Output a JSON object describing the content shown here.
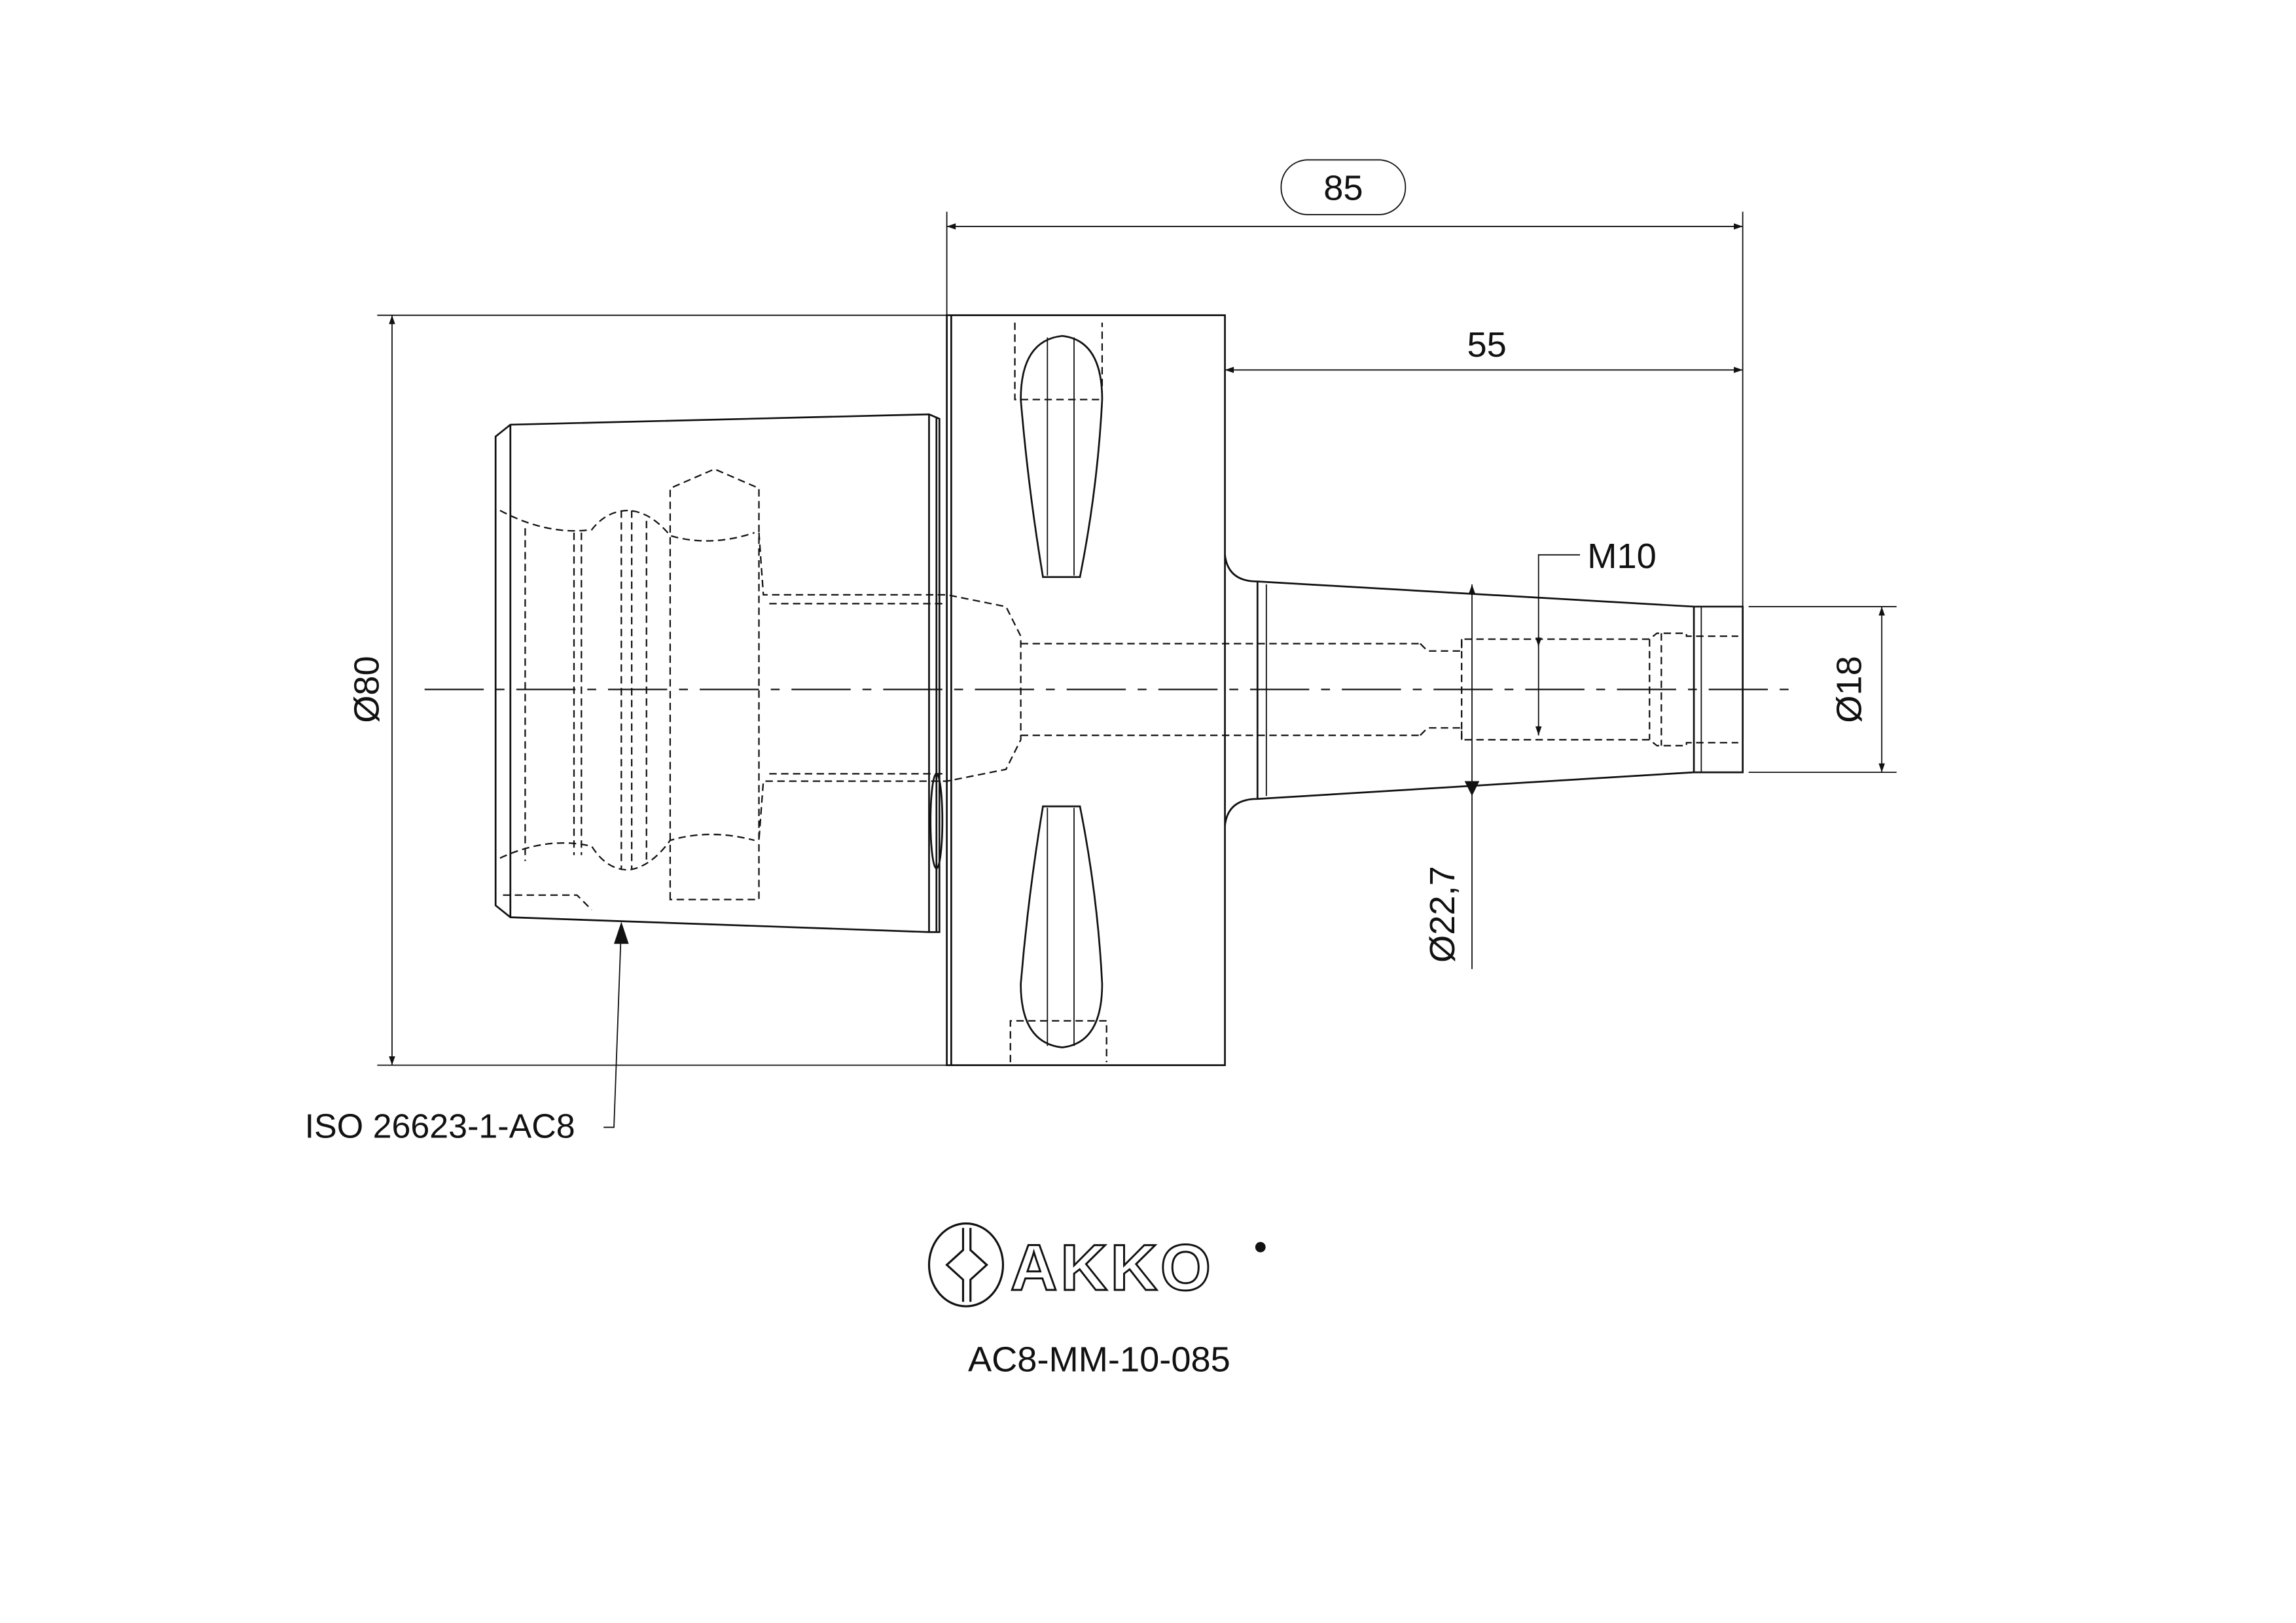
{
  "dimensions": {
    "overall_length": "85",
    "shank_length": "55",
    "flange_diameter": "Ø80",
    "tip_diameter": "Ø18",
    "shank_diameter": "Ø22,7",
    "thread": "M10"
  },
  "labels": {
    "interface": "ISO 26623-1-AC8"
  },
  "logo": {
    "brand": "AKKO"
  },
  "part_number": "AC8-MM-10-085"
}
